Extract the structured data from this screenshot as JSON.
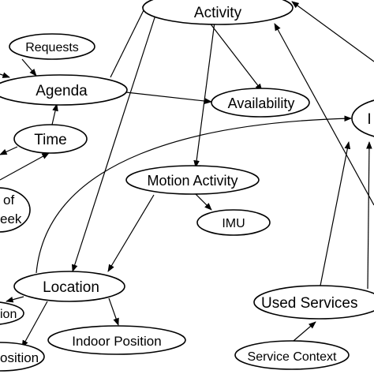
{
  "diagram": {
    "nodes": {
      "activity": "Activity",
      "requests": "Requests",
      "agenda": "Agenda",
      "availability": "Availability",
      "time": "Time",
      "day_of_week": "of\neek",
      "motion_activity": "Motion Activity",
      "imu": "IMU",
      "location": "Location",
      "outdoor_position": "ion",
      "indoor_position": "Indoor Position",
      "other_position": "osition",
      "used_services": "Used Services",
      "service_context": "Service Context",
      "right_node": "I"
    }
  }
}
